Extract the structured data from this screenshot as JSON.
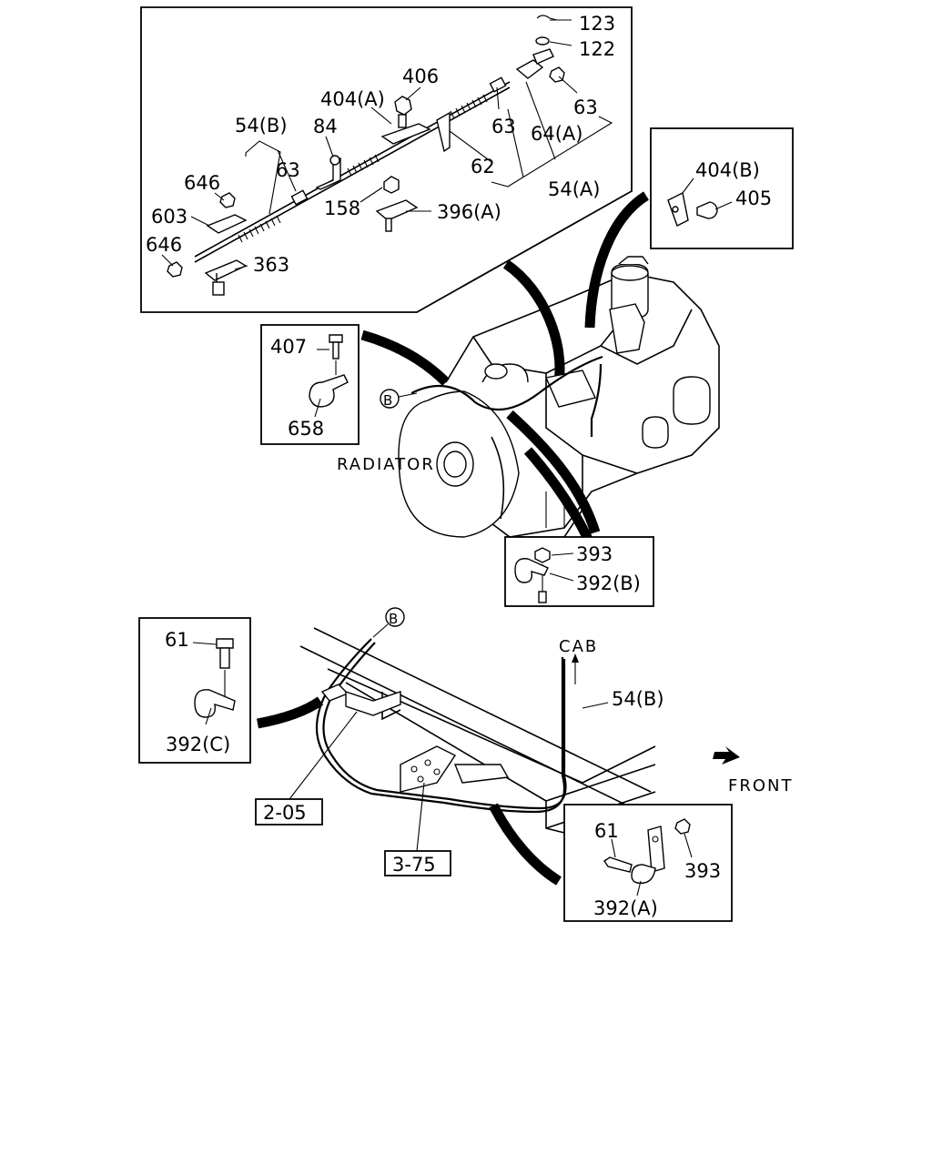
{
  "callouts": {
    "p123": "123",
    "p122": "122",
    "p406": "406",
    "p404a": "404(A)",
    "p63a": "63",
    "p63b": "63",
    "p63c": "63",
    "p54b_top": "54(B)",
    "p84": "84",
    "p64a": "64(A)",
    "p62": "62",
    "p54a": "54(A)",
    "p646a": "646",
    "p646b": "646",
    "p603": "603",
    "p158": "158",
    "p396a": "396(A)",
    "p363": "363",
    "p404b": "404(B)",
    "p405": "405",
    "p407": "407",
    "p658": "658",
    "p393a": "393",
    "p392b": "392(B)",
    "p61a": "61",
    "p392c": "392(C)",
    "p54b_bottom": "54(B)",
    "p61b": "61",
    "p393b": "393",
    "p392a": "392(A)"
  },
  "refs": {
    "r205": "2-05",
    "r375": "3-75"
  },
  "markers": {
    "b1": "B",
    "b2": "B"
  },
  "annotations": {
    "radiator": "RADIATOR",
    "cab": "CAB",
    "front": "FRONT"
  }
}
